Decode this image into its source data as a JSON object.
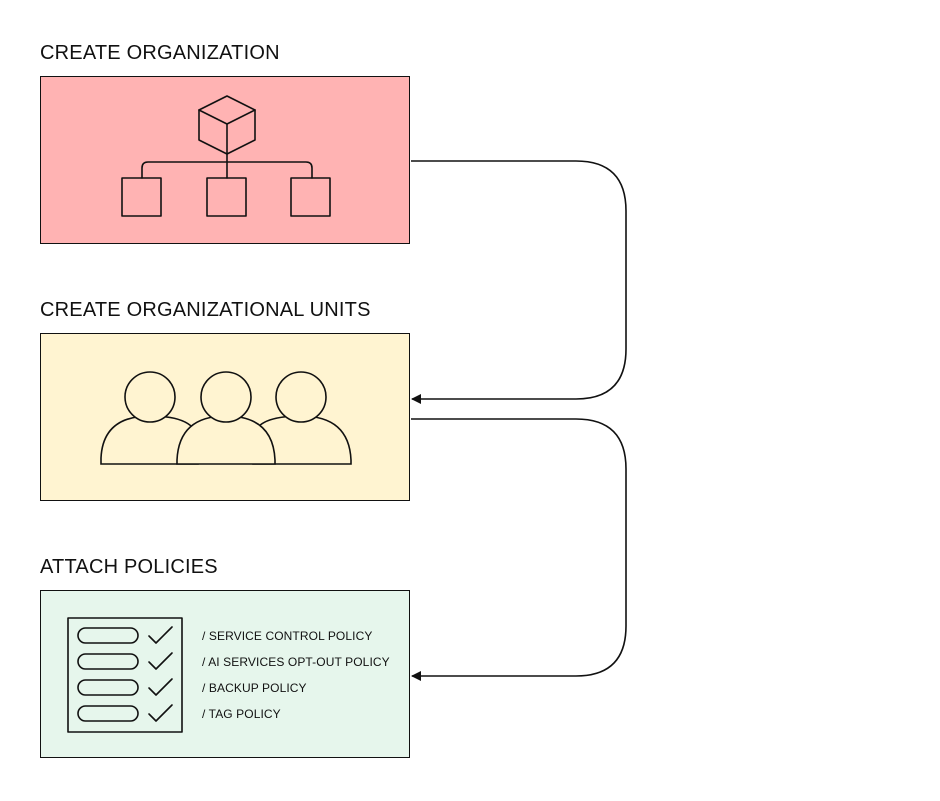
{
  "colors": {
    "organization_panel": "#ffb3b3",
    "units_panel": "#fff4d1",
    "policies_panel": "#e6f6ec",
    "stroke": "#111111",
    "background": "#ffffff"
  },
  "steps": [
    {
      "title": "CREATE ORGANIZATION",
      "icon": "org-hierarchy-icon"
    },
    {
      "title": "CREATE ORGANIZATIONAL UNITS",
      "icon": "users-group-icon"
    },
    {
      "title": "ATTACH POLICIES",
      "icon": "checklist-icon"
    }
  ],
  "policies": [
    "/ SERVICE CONTROL POLICY",
    "/ AI SERVICES OPT-OUT POLICY",
    "/ BACKUP POLICY",
    "/ TAG POLICY"
  ]
}
